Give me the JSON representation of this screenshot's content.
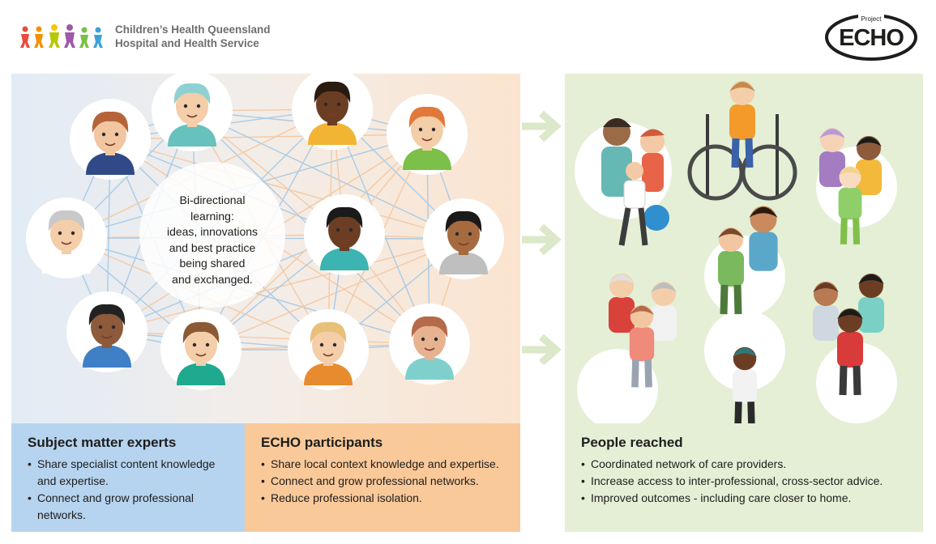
{
  "header": {
    "org_line1": "Children’s Health Queensland",
    "org_line2": "Hospital and Health Service",
    "echo_small": "Project",
    "echo_brand": "ECHO"
  },
  "network": {
    "center_text": [
      "Bi-directional",
      "learning:",
      "ideas, innovations",
      "and best practice",
      "being shared",
      "and exchanged."
    ]
  },
  "experts": {
    "title": "Subject matter experts",
    "items": [
      "Share specialist content knowledge and expertise.",
      "Connect and grow professional networks."
    ]
  },
  "participants": {
    "title": "ECHO participants",
    "items": [
      "Share local context knowledge and expertise.",
      "Connect and grow professional networks.",
      "Reduce professional isolation."
    ]
  },
  "reached": {
    "title": "People reached",
    "items": [
      "Coordinated network of care providers.",
      "Increase access to inter-professional, cross-sector advice.",
      "Improved outcomes - including care closer to home."
    ]
  },
  "colors": {
    "experts_bg": "#b6d4ef",
    "participants_bg": "#fac99a",
    "reached_bg": "#e4efd6",
    "arrow": "#dbe8c9",
    "network_line_blue": "#a9cbe6",
    "network_line_orange": "#f5c9a3"
  }
}
